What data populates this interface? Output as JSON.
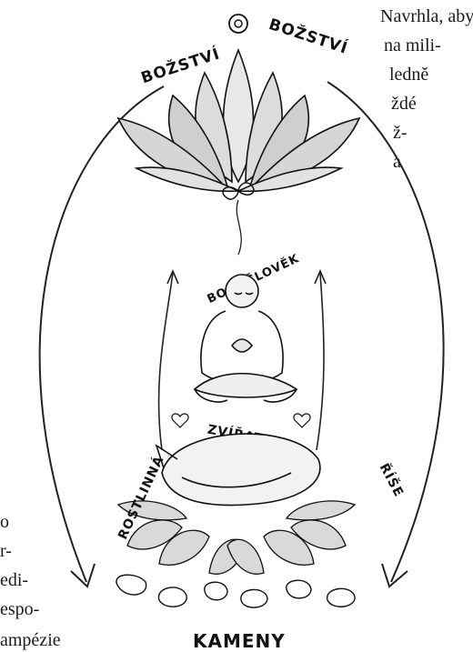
{
  "body_text_top": [
    "Navrhla, aby",
    "na mili-",
    "ledně",
    "ždé",
    "ž-",
    "a"
  ],
  "body_text_bottom": [
    "o",
    "r-",
    "edi-",
    "espo-",
    "ampézie"
  ],
  "illustration": {
    "label_top_left": "BOŽSTVÍ",
    "label_top_right": "BOŽSTVÍ",
    "label_human": "BOHOČLOVĚK",
    "label_animals": "ZVÍŘATA",
    "label_plants": "ROSTLINNÁ",
    "label_realm": "ŘÍŠE",
    "label_stones": "KAMENY"
  }
}
